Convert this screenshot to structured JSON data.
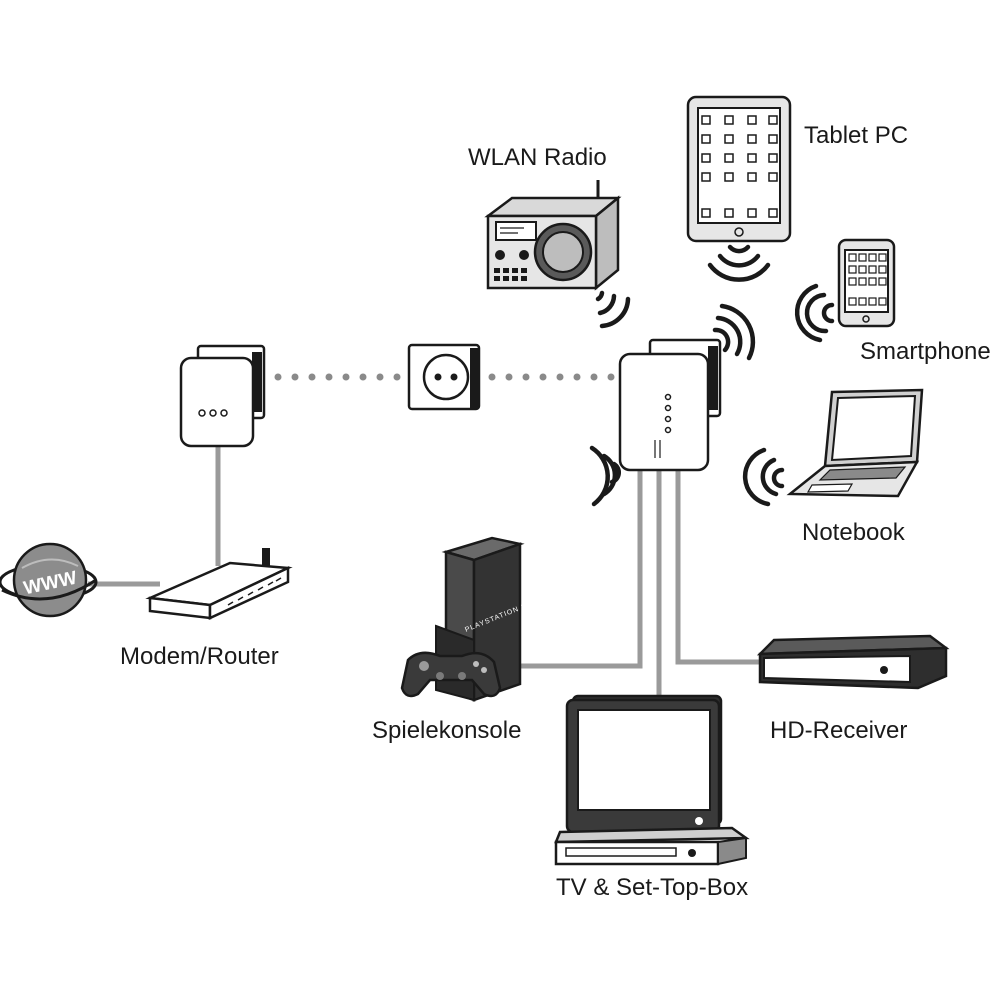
{
  "labels": {
    "wlan_radio": "WLAN Radio",
    "tablet_pc": "Tablet PC",
    "smartphone": "Smartphone",
    "notebook": "Notebook",
    "modem_router": "Modem/Router",
    "spielekonsole": "Spielekonsole",
    "hd_receiver": "HD-Receiver",
    "tv_settop": "TV & Set-Top-Box"
  },
  "globe_text": "WWW",
  "console_brand": "PLAYSTATION 3",
  "colors": {
    "ink": "#1a1a1a",
    "cable": "#9a9a9a",
    "dots": "#8a8a8a",
    "dark_device": "#3a3a3a",
    "light_fill": "#f4f4f4",
    "globe": "#8c8c8c"
  },
  "icons": [
    "globe-icon",
    "router-icon",
    "powerline-adapter-icon",
    "wall-socket-icon",
    "wlan-powerline-adapter-icon",
    "radio-icon",
    "tablet-icon",
    "smartphone-icon",
    "notebook-icon",
    "game-console-icon",
    "gamepad-icon",
    "tv-icon",
    "set-top-box-icon",
    "hd-receiver-icon",
    "wifi-waves-icon"
  ]
}
